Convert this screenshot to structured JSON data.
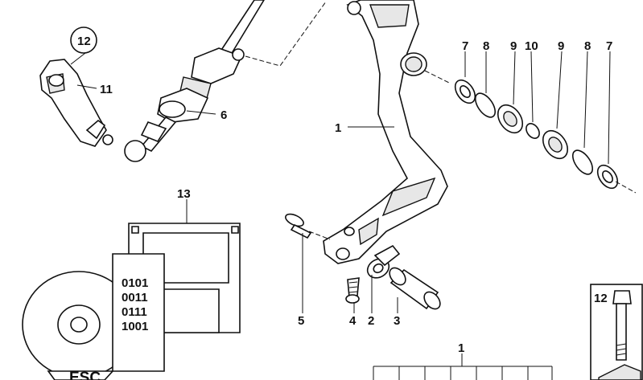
{
  "callouts": {
    "c12_circled": "12",
    "c11": "11",
    "c6": "6",
    "c1_lever": "1",
    "c7_left": "7",
    "c8_left": "8",
    "c9_left": "9",
    "c10": "10",
    "c9_right": "9",
    "c8_right": "8",
    "c7_right": "7",
    "c13": "13",
    "c5": "5",
    "c4": "4",
    "c2": "2",
    "c3": "3",
    "c1_kit": "1",
    "c12_box": "12"
  },
  "floppy": {
    "line1": "0101",
    "line2": "0011",
    "line3": "0111",
    "line4": "1001"
  },
  "cd": {
    "label": "ESC"
  }
}
